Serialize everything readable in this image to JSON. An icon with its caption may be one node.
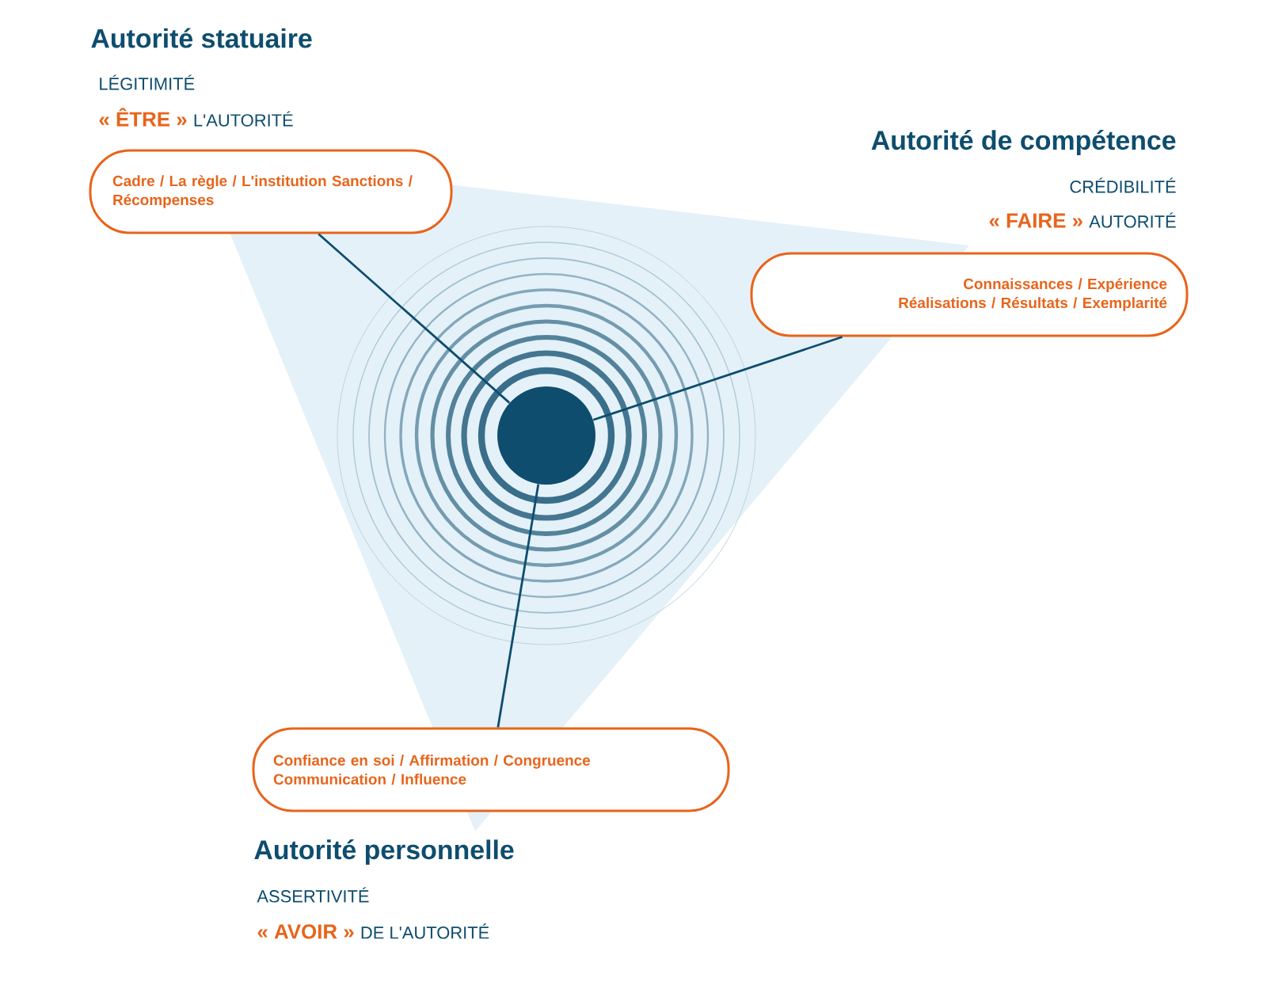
{
  "diagram": {
    "nodes": [
      {
        "text": [],
        "shape": "circle"
      },
      {
        "text": [
          "Cadre / La règle / L'institution Sanctions / Récompenses"
        ],
        "beside": [
          "Autorité statuaire",
          "LÉGITIMITÉ",
          "« ÊTRE »",
          "L'AUTORITÉ"
        ]
      },
      {
        "text": [
          "Connaissances / Expérience Réalisations / Résultats / Exemplarité"
        ],
        "beside": [
          "Autorité de compétence",
          "CRÉDIBILITÉ",
          "« FAIRE »",
          "AUTORITÉ"
        ]
      },
      {
        "text": [
          "Confiance en soi / Affirmation / Congruence Communication / Influence"
        ],
        "beside": [
          "Autorité personnelle",
          "ASSERTIVITÉ",
          "« AVOIR »",
          "DE L'AUTORITÉ"
        ]
      }
    ],
    "edges": [
      {
        "from": 0,
        "to": 1,
        "arrow": "none"
      },
      {
        "from": 0,
        "to": 2,
        "arrow": "none"
      },
      {
        "from": 0,
        "to": 3,
        "arrow": "none"
      }
    ]
  }
}
